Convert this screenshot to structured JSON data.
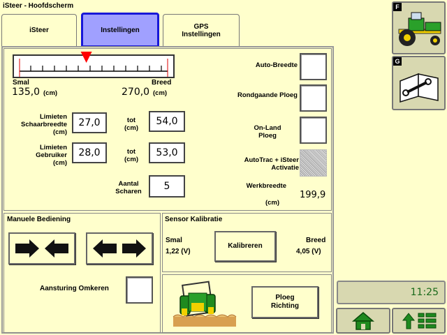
{
  "window": {
    "title": "iSteer - Hoofdscherm"
  },
  "tabs": [
    {
      "label": "iSteer"
    },
    {
      "label": "Instellingen"
    },
    {
      "label": "GPS\nInstellingen"
    }
  ],
  "slider": {
    "min_label": "Smal",
    "max_label": "Breed",
    "min_value": "135,0",
    "max_value": "270,0",
    "unit": "(cm)",
    "position_fraction": 0.46
  },
  "limits": {
    "schaarbreedte_label": "Limieten\nSchaarbreedte\n(cm)",
    "schaarbreedte_from": "27,0",
    "schaarbreedte_to_label": "tot\n(cm)",
    "schaarbreedte_to": "54,0",
    "gebruiker_label": "Limieten\nGebruiker\n(cm)",
    "gebruiker_from": "28,0",
    "gebruiker_to_label": "tot\n(cm)",
    "gebruiker_to": "53,0",
    "scharen_label": "Aantal\nScharen",
    "scharen_value": "5"
  },
  "options": {
    "auto_breedte": "Auto-Breedte",
    "rondgaande_ploeg": "Rondgaande Ploeg",
    "on_land_ploeg": "On-Land\nPloeg",
    "autotrac_activatie": "AutoTrac + iSteer\nActivatie",
    "werkbreedte_label": "Werkbreedte",
    "werkbreedte_unit": "(cm)",
    "werkbreedte_value": "199,9"
  },
  "manual": {
    "title": "Manuele Bediening",
    "invert_label": "Aansturing Omkeren"
  },
  "sensor": {
    "title": "Sensor Kalibratie",
    "smal_label": "Smal",
    "smal_value": "1,22  (V)",
    "breed_label": "Breed",
    "breed_value": "4,05  (V)",
    "calibrate_label": "Kalibreren"
  },
  "plough": {
    "direction_label": "Ploeg\nRichting"
  },
  "side": {
    "key_f": "F",
    "key_g": "G",
    "clock": "11:25"
  },
  "colors": {
    "background": "#ffffcc",
    "active_tab": "#a0a0ff",
    "active_tab_border": "#1818d8",
    "clock_text": "#1a6a1a",
    "pointer": "#ff0000",
    "tractor_green": "#1f8a1f",
    "tractor_yellow": "#f0d000"
  }
}
